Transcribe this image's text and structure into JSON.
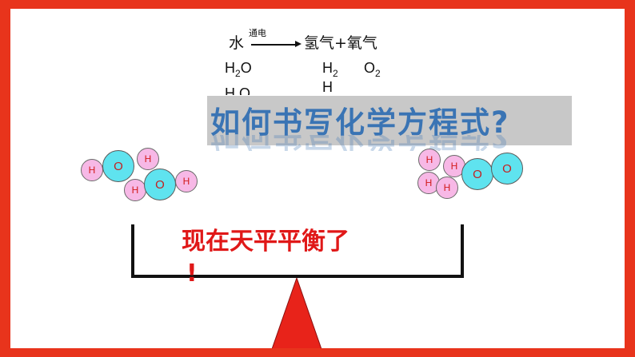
{
  "equation": {
    "reactant": "水",
    "condition": "通电",
    "products": "氢气+氧气"
  },
  "formulas": {
    "water": {
      "symbol": "H",
      "sub": "2",
      "tail": "O"
    },
    "hydrogen": {
      "symbol": "H",
      "sub": "2"
    },
    "oxygen": {
      "symbol": "O",
      "sub": "2"
    },
    "ghost_water": "H O",
    "ghost_hydrogen": "H"
  },
  "title": "如何书写化学方程式?",
  "status": {
    "balanced": "现在天平平衡了",
    "exclaim": "!"
  },
  "atoms": {
    "h_label": "H",
    "o_label": "O"
  },
  "colors": {
    "frame": "#e8341c",
    "title": "#3a74b4",
    "balanced_text": "#e01818",
    "hydrogen_atom": "#f7b8e6",
    "oxygen_atom": "#5fe3ef",
    "fulcrum": "#e8231a"
  }
}
